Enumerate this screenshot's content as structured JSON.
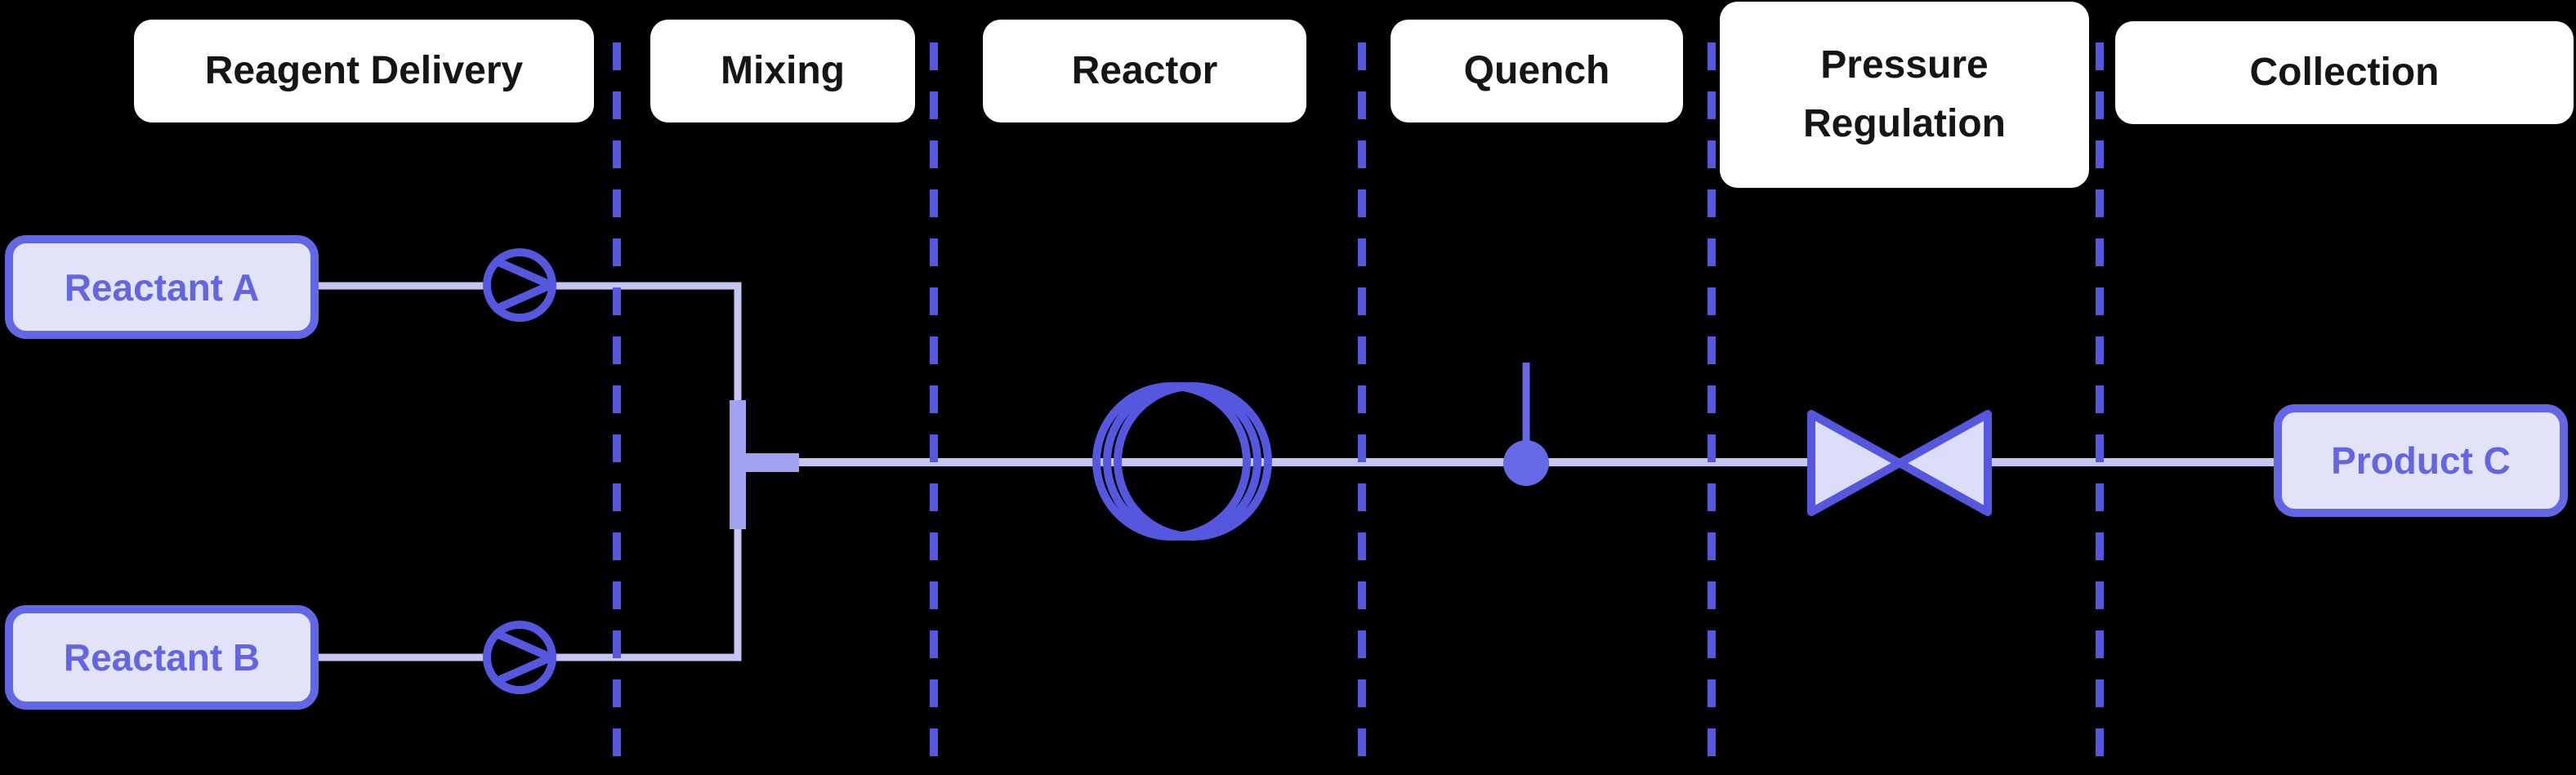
{
  "diagram": {
    "kind": "flow-chemistry-process-diagram",
    "stages": [
      {
        "id": "reagent-delivery",
        "label": "Reagent Delivery"
      },
      {
        "id": "mixing",
        "label": "Mixing"
      },
      {
        "id": "reactor",
        "label": "Reactor"
      },
      {
        "id": "quench",
        "label": "Quench"
      },
      {
        "id": "pressure-regulation",
        "label": "Pressure Regulation"
      },
      {
        "id": "collection",
        "label": "Collection"
      }
    ],
    "nodes": [
      {
        "id": "reactant-a",
        "label": "Reactant A"
      },
      {
        "id": "reactant-b",
        "label": "Reactant B"
      },
      {
        "id": "product-c",
        "label": "Product C"
      }
    ],
    "symbols": [
      {
        "name": "pump-a-icon",
        "type": "pump"
      },
      {
        "name": "pump-b-icon",
        "type": "pump"
      },
      {
        "name": "tee-mixer-icon",
        "type": "t-junction-mixer"
      },
      {
        "name": "coil-reactor-icon",
        "type": "coil"
      },
      {
        "name": "quench-injection-icon",
        "type": "injection-point"
      },
      {
        "name": "back-pressure-valve-icon",
        "type": "valve"
      }
    ],
    "colors": {
      "background": "#000000",
      "accent": "#5558de",
      "line_light": "#c4c6f1",
      "line_mid": "#a0a2ef",
      "dot": "#6569e5",
      "node_fill": "#e2e2f9",
      "node_border": "#6467e4",
      "node_text": "#6366e0",
      "valve_fill": "#dcddf8",
      "label_bg": "#ffffff",
      "label_text": "#151515"
    }
  }
}
